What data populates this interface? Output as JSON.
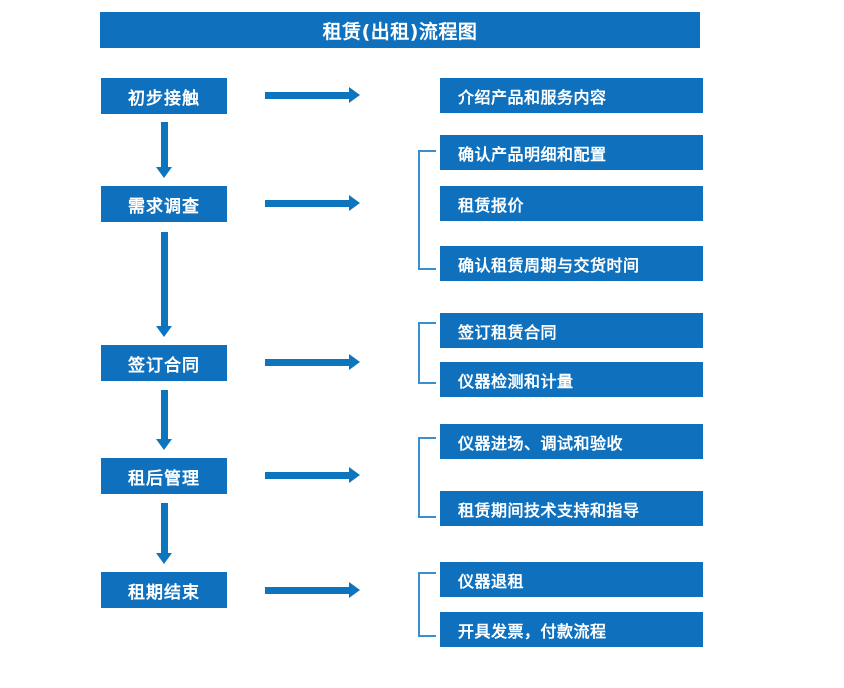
{
  "diagram": {
    "title": "租赁(出租)流程图",
    "accent_color": "#0f70bd",
    "bracket_color": "#3a8fd0",
    "arrow_color": "#0d74be",
    "background_color": "#ffffff",
    "stages": [
      {
        "label": "初步接触"
      },
      {
        "label": "需求调查"
      },
      {
        "label": "签订合同"
      },
      {
        "label": "租后管理"
      },
      {
        "label": "租期结束"
      }
    ],
    "tasks": [
      {
        "label": "介绍产品和服务内容"
      },
      {
        "label": "确认产品明细和配置"
      },
      {
        "label": "租赁报价"
      },
      {
        "label": "确认租赁周期与交货时间"
      },
      {
        "label": "签订租赁合同"
      },
      {
        "label": "仪器检测和计量"
      },
      {
        "label": "仪器进场、调试和验收"
      },
      {
        "label": "租赁期间技术支持和指导"
      },
      {
        "label": "仪器退租"
      },
      {
        "label": "开具发票，付款流程"
      }
    ],
    "groups": [
      {
        "name": "needs-survey-group",
        "tasks": [
          "确认产品明细和配置",
          "租赁报价",
          "确认租赁周期与交货时间"
        ]
      },
      {
        "name": "contract-group",
        "tasks": [
          "签订租赁合同",
          "仪器检测和计量"
        ]
      },
      {
        "name": "post-rental-group",
        "tasks": [
          "仪器进场、调试和验收",
          "租赁期间技术支持和指导"
        ]
      },
      {
        "name": "rental-end-group",
        "tasks": [
          "仪器退租",
          "开具发票，付款流程"
        ]
      }
    ]
  }
}
